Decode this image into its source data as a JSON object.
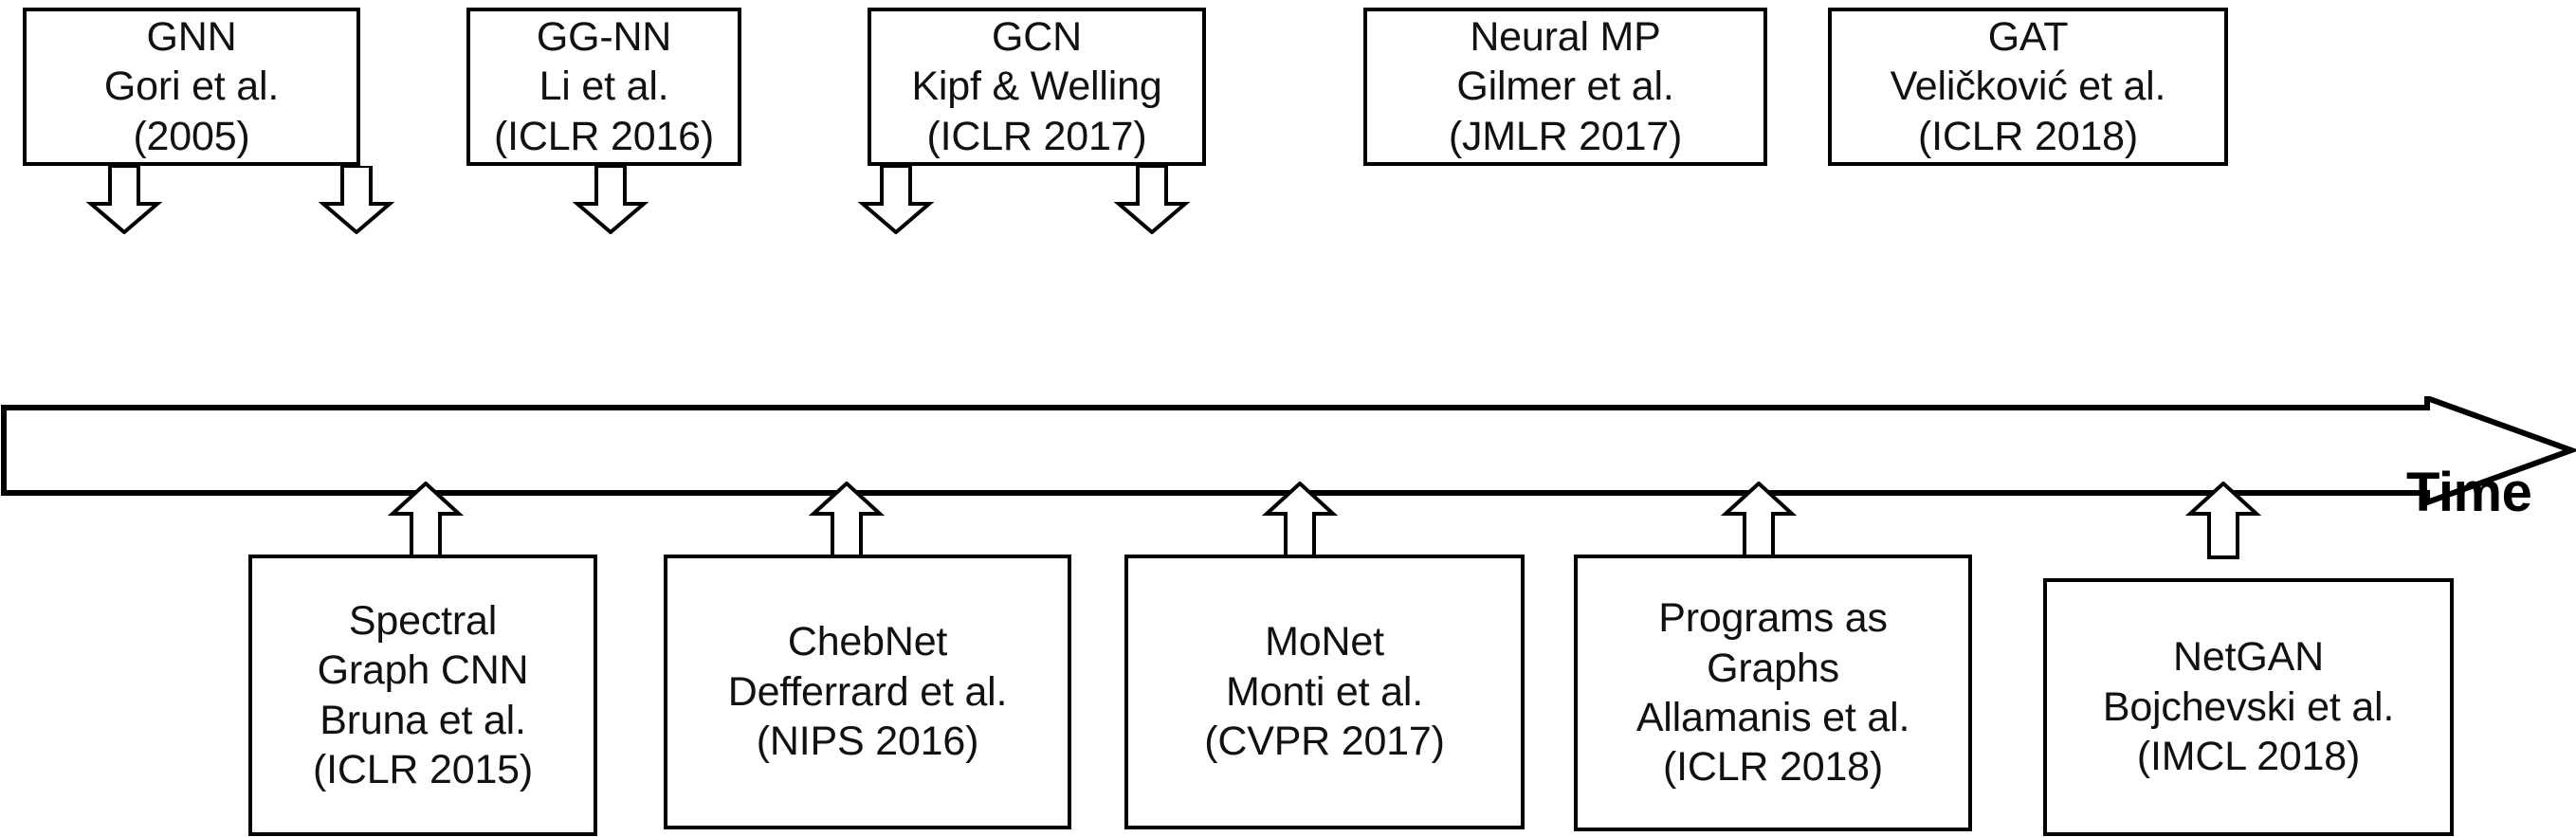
{
  "diagram": {
    "title_axis_label": "Time",
    "axis": {
      "orientation": "horizontal",
      "direction": "left-to-right",
      "stroke_color": "#000000",
      "fill_color": "#ffffff"
    },
    "top_nodes": [
      {
        "id": "gnn",
        "lines": [
          "GNN",
          "Gori et al.",
          "(2005)"
        ],
        "name": "GNN",
        "authors": "Gori et al.",
        "venue_year": "(2005)"
      },
      {
        "id": "ggnn",
        "lines": [
          "GG-NN",
          "Li et al.",
          "(ICLR 2016)"
        ],
        "name": "GG-NN",
        "authors": "Li et al.",
        "venue_year": "(ICLR 2016)"
      },
      {
        "id": "gcn",
        "lines": [
          "GCN",
          "Kipf & Welling",
          "(ICLR 2017)"
        ],
        "name": "GCN",
        "authors": "Kipf & Welling",
        "venue_year": "(ICLR 2017)"
      },
      {
        "id": "neural-mp",
        "lines": [
          "Neural MP",
          "Gilmer et al.",
          "(JMLR 2017)"
        ],
        "name": "Neural MP",
        "authors": "Gilmer et al.",
        "venue_year": "(JMLR 2017)"
      },
      {
        "id": "gat",
        "lines": [
          "GAT",
          "Veličković et al.",
          "(ICLR 2018)"
        ],
        "name": "GAT",
        "authors": "Veličković et al.",
        "venue_year": "(ICLR 2018)"
      }
    ],
    "bottom_nodes": [
      {
        "id": "spectral-graph-cnn",
        "lines": [
          "Spectral",
          "Graph CNN",
          "Bruna et al.",
          "(ICLR 2015)"
        ],
        "name": "Spectral Graph CNN",
        "authors": "Bruna et al.",
        "venue_year": "(ICLR 2015)"
      },
      {
        "id": "chebnet",
        "lines": [
          "ChebNet",
          "Defferrard et al.",
          "(NIPS 2016)"
        ],
        "name": "ChebNet",
        "authors": "Defferrard et al.",
        "venue_year": "(NIPS 2016)"
      },
      {
        "id": "monet",
        "lines": [
          "MoNet",
          "Monti et al.",
          "(CVPR 2017)"
        ],
        "name": "MoNet",
        "authors": "Monti et al.",
        "venue_year": "(CVPR 2017)"
      },
      {
        "id": "programs-as-graphs",
        "lines": [
          "Programs as",
          "Graphs",
          "Allamanis et al.",
          "(ICLR 2018)"
        ],
        "name": "Programs as Graphs",
        "authors": "Allamanis et al.",
        "venue_year": "(ICLR 2018)"
      },
      {
        "id": "netgan",
        "lines": [
          "NetGAN",
          "Bojchevski et al.",
          "(IMCL 2018)"
        ],
        "name": "NetGAN",
        "authors": "Bojchevski et al.",
        "venue_year": "(IMCL 2018)"
      }
    ]
  }
}
